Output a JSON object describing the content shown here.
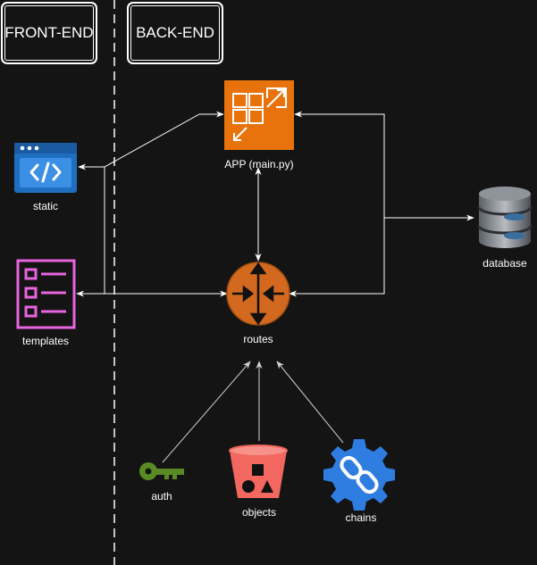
{
  "headers": {
    "frontend": "FRONT-END",
    "backend": "BACK-END"
  },
  "nodes": {
    "app": "APP (main.py)",
    "static": "static",
    "templates": "templates",
    "database": "database",
    "routes": "routes",
    "auth": "auth",
    "objects": "objects",
    "chains": "chains"
  },
  "colors": {
    "background": "#141414",
    "app": "#E8730C",
    "static": "#1E6FC0",
    "templates": "#E864E0",
    "routes": "#D2691E",
    "auth": "#5A8A23",
    "objects": "#F2675F",
    "chains": "#2F7DE1",
    "database": "#3B6E9C"
  },
  "icons": {
    "app": "scaling-arrows-icon",
    "static": "code-window-icon",
    "templates": "checklist-icon",
    "database": "database-cylinder-icon",
    "routes": "router-icon",
    "auth": "key-icon",
    "objects": "bucket-icon",
    "chains": "chain-link-gear-icon"
  }
}
